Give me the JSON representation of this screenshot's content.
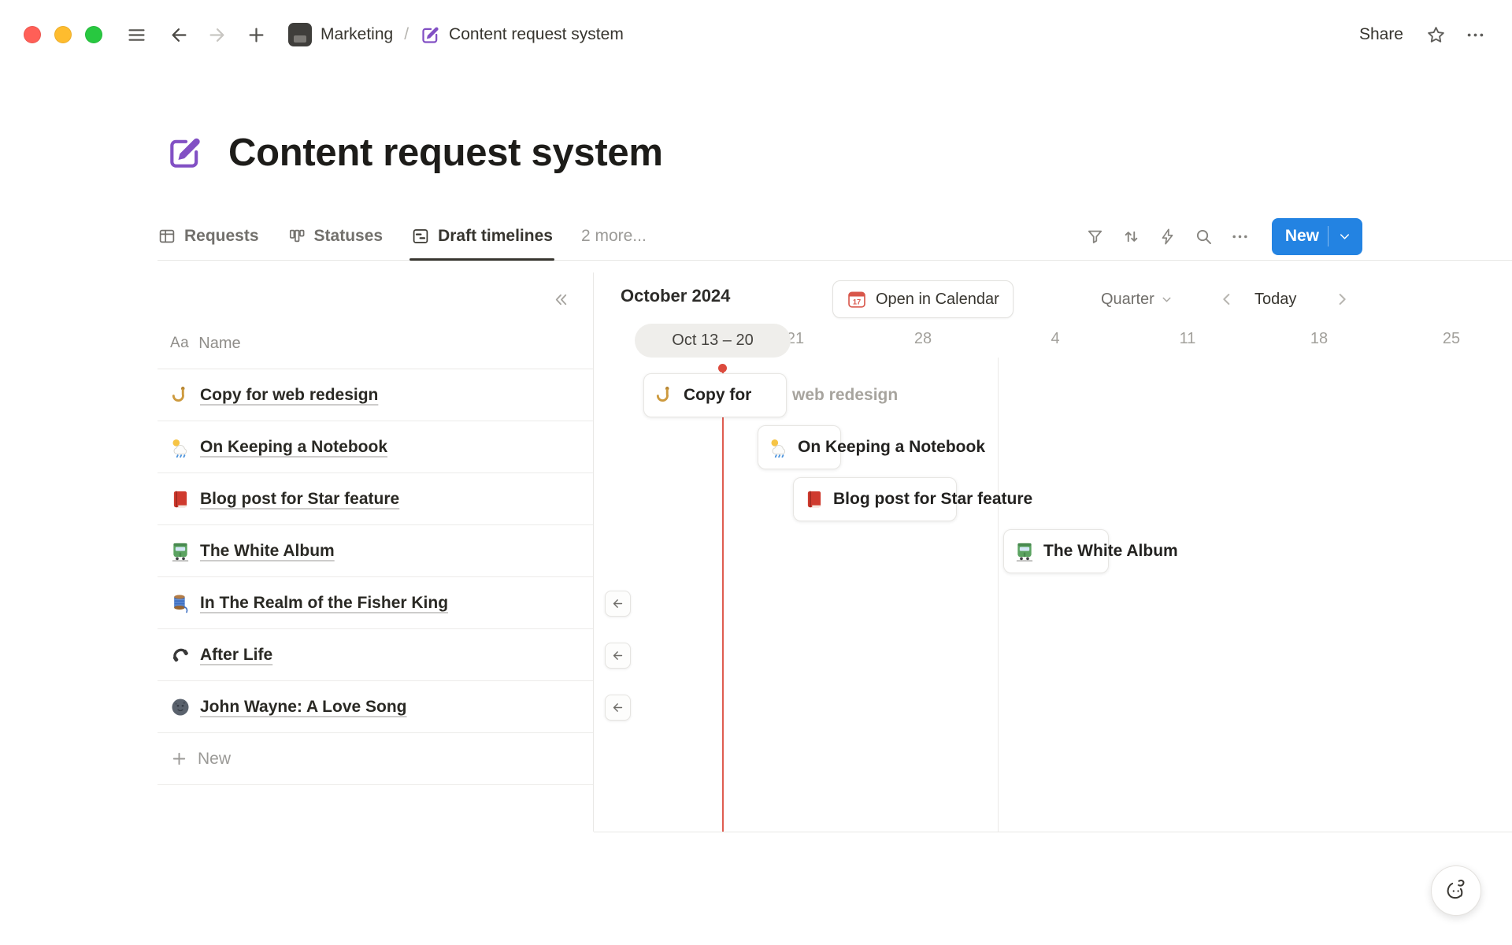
{
  "titlebar": {
    "share_label": "Share"
  },
  "breadcrumb": {
    "workspace": "Marketing",
    "separator": "/",
    "page": "Content request system"
  },
  "page": {
    "title": "Content request system",
    "icon": "compose-pencil-icon"
  },
  "tabs": {
    "requests": "Requests",
    "statuses": "Statuses",
    "draft_timelines": "Draft timelines",
    "more": "2 more..."
  },
  "toolbar": {
    "new": "New"
  },
  "table": {
    "type_label": "Aa",
    "name_header": "Name",
    "new_row": "New",
    "rows": [
      {
        "icon": "hook-icon",
        "label": "Copy for web redesign"
      },
      {
        "icon": "sun-rain-cloud-icon",
        "label": "On Keeping a Notebook"
      },
      {
        "icon": "red-book-icon",
        "label": "Blog post for Star feature"
      },
      {
        "icon": "tram-icon",
        "label": "The White Album"
      },
      {
        "icon": "thread-spool-icon",
        "label": "In The Realm of the Fisher King"
      },
      {
        "icon": "phone-icon",
        "label": "After Life"
      },
      {
        "icon": "new-moon-face-icon",
        "label": "John Wayne: A Love Song"
      }
    ]
  },
  "timeline": {
    "month": "October 2024",
    "open_in_calendar": "Open in Calendar",
    "calendar_day": "17",
    "zoom": "Quarter",
    "today": "Today",
    "week_pill": "Oct 13 – 20",
    "week_labels": [
      "21",
      "28",
      "4",
      "11",
      "18",
      "25"
    ],
    "bars": [
      {
        "icon": "hook-icon",
        "label": "Copy for",
        "overflow_label": "web redesign"
      },
      {
        "icon": "sun-rain-cloud-icon",
        "label": "On Keeping a Notebook"
      },
      {
        "icon": "red-book-icon",
        "label": "Blog post for Star feature"
      },
      {
        "icon": "tram-icon",
        "label": "The White Album"
      }
    ]
  },
  "colors": {
    "accent_blue": "#2383e2",
    "today_red": "#dc4a3d",
    "page_purple": "#8250c4"
  }
}
